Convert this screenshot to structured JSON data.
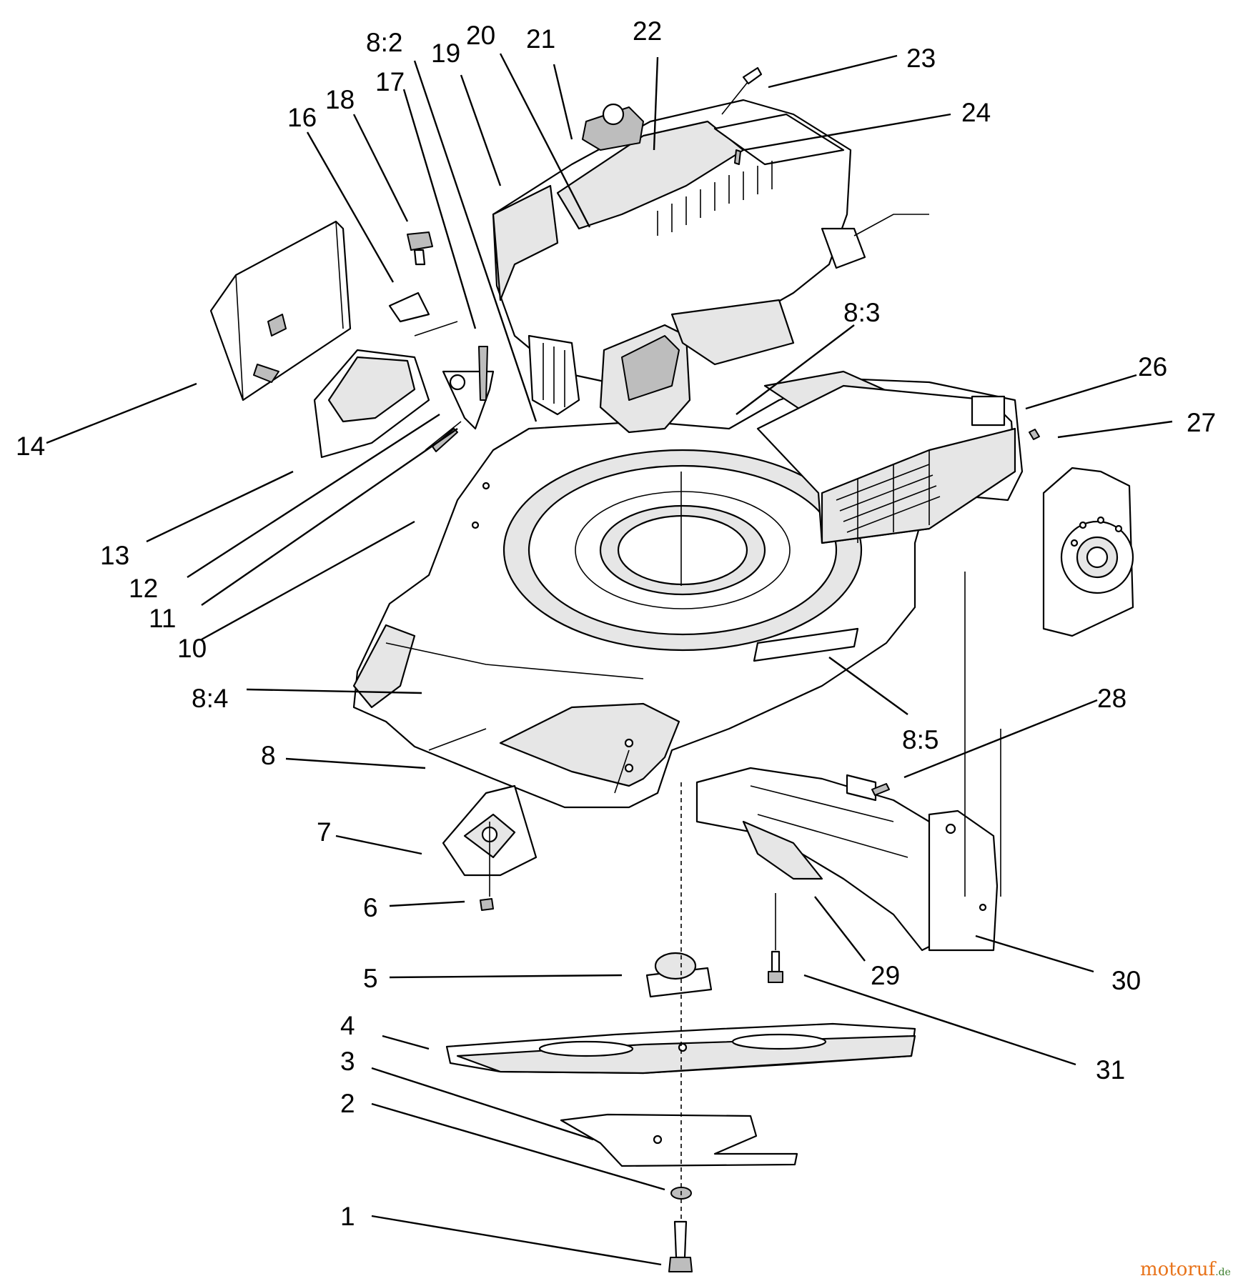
{
  "callouts": [
    {
      "id": "c1",
      "text": "1"
    },
    {
      "id": "c2",
      "text": "2"
    },
    {
      "id": "c3",
      "text": "3"
    },
    {
      "id": "c4",
      "text": "4"
    },
    {
      "id": "c5",
      "text": "5"
    },
    {
      "id": "c6",
      "text": "6"
    },
    {
      "id": "c7",
      "text": "7"
    },
    {
      "id": "c8",
      "text": "8"
    },
    {
      "id": "c8_2",
      "text": "8:2"
    },
    {
      "id": "c8_3",
      "text": "8:3"
    },
    {
      "id": "c8_4",
      "text": "8:4"
    },
    {
      "id": "c8_5",
      "text": "8:5"
    },
    {
      "id": "c10",
      "text": "10"
    },
    {
      "id": "c11",
      "text": "11"
    },
    {
      "id": "c12",
      "text": "12"
    },
    {
      "id": "c13",
      "text": "13"
    },
    {
      "id": "c14",
      "text": "14"
    },
    {
      "id": "c16",
      "text": "16"
    },
    {
      "id": "c17",
      "text": "17"
    },
    {
      "id": "c18",
      "text": "18"
    },
    {
      "id": "c19",
      "text": "19"
    },
    {
      "id": "c20",
      "text": "20"
    },
    {
      "id": "c21",
      "text": "21"
    },
    {
      "id": "c22",
      "text": "22"
    },
    {
      "id": "c23",
      "text": "23"
    },
    {
      "id": "c24",
      "text": "24"
    },
    {
      "id": "c26",
      "text": "26"
    },
    {
      "id": "c27",
      "text": "27"
    },
    {
      "id": "c28",
      "text": "28"
    },
    {
      "id": "c29",
      "text": "29"
    },
    {
      "id": "c30",
      "text": "30"
    },
    {
      "id": "c31",
      "text": "31"
    }
  ],
  "watermark": {
    "brand": "motoruf",
    "suffix": ".de"
  },
  "colors": {
    "line": "#000000",
    "background": "#ffffff",
    "brand_orange": "#e8731a",
    "brand_green": "#3a7d2c"
  }
}
